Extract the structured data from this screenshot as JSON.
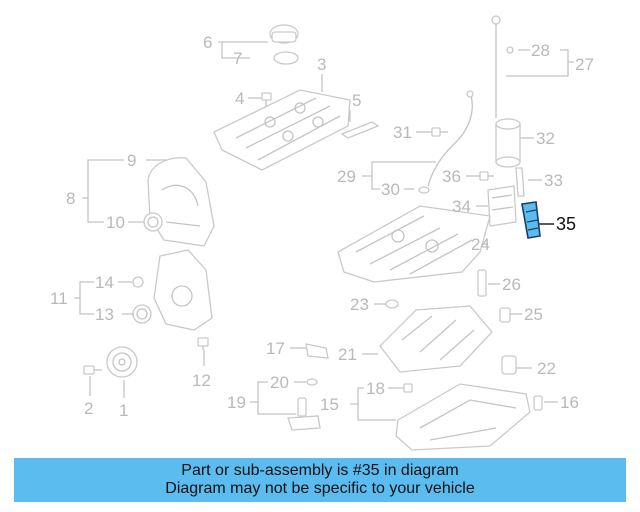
{
  "banner": {
    "line1": "Part or sub-assembly is #35 in diagram",
    "line2": "Diagram may not be specific to your vehicle"
  },
  "callouts": [
    {
      "id": "1",
      "text": "1"
    },
    {
      "id": "2",
      "text": "2"
    },
    {
      "id": "3",
      "text": "3"
    },
    {
      "id": "4",
      "text": "4"
    },
    {
      "id": "5",
      "text": "5"
    },
    {
      "id": "6",
      "text": "6"
    },
    {
      "id": "7",
      "text": "7"
    },
    {
      "id": "8",
      "text": "8"
    },
    {
      "id": "9",
      "text": "9"
    },
    {
      "id": "10",
      "text": "10"
    },
    {
      "id": "11",
      "text": "11"
    },
    {
      "id": "12",
      "text": "12"
    },
    {
      "id": "13",
      "text": "13"
    },
    {
      "id": "14",
      "text": "14"
    },
    {
      "id": "15",
      "text": "15"
    },
    {
      "id": "16",
      "text": "16"
    },
    {
      "id": "17",
      "text": "17"
    },
    {
      "id": "18",
      "text": "18"
    },
    {
      "id": "19",
      "text": "19"
    },
    {
      "id": "20",
      "text": "20"
    },
    {
      "id": "21",
      "text": "21"
    },
    {
      "id": "22",
      "text": "22"
    },
    {
      "id": "23",
      "text": "23"
    },
    {
      "id": "24",
      "text": "24"
    },
    {
      "id": "25",
      "text": "25"
    },
    {
      "id": "26",
      "text": "26"
    },
    {
      "id": "27",
      "text": "27"
    },
    {
      "id": "28",
      "text": "28"
    },
    {
      "id": "29",
      "text": "29"
    },
    {
      "id": "30",
      "text": "30"
    },
    {
      "id": "31",
      "text": "31"
    },
    {
      "id": "32",
      "text": "32"
    },
    {
      "id": "33",
      "text": "33"
    },
    {
      "id": "34",
      "text": "34"
    },
    {
      "id": "35",
      "text": "35"
    },
    {
      "id": "36",
      "text": "36"
    }
  ],
  "colors": {
    "banner": "#5bbcef",
    "highlight_part": "#5bbcef",
    "muted_line": "#c4c4c4",
    "text": "#111111"
  }
}
